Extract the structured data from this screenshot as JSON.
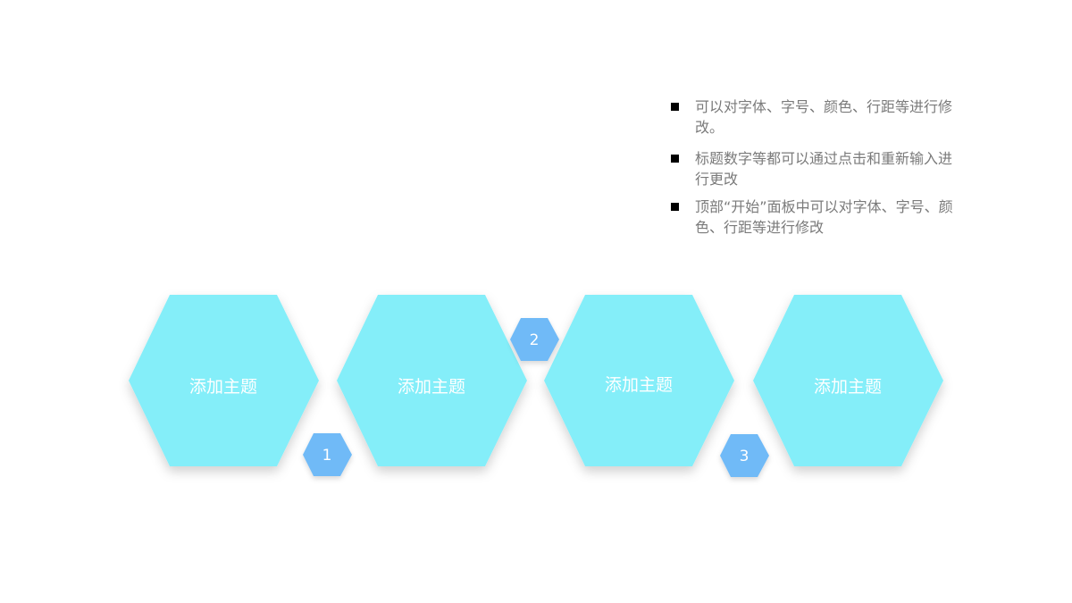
{
  "bullets": [
    "可以对字体、字号、颜色、行距等进行修改。",
    "标题数字等都可以通过点击和重新输入进行更改",
    "顶部“开始”面板中可以对字体、字号、颜色、行距等进行修改"
  ],
  "topics": [
    "添加主题",
    "添加主题",
    "添加主题",
    "添加主题"
  ],
  "numbers": [
    "1",
    "2",
    "3"
  ],
  "colors": {
    "big_hex": "#84eef9",
    "small_hex": "#6fbaf7",
    "text": "#ffffff",
    "bullet_text": "#7a7a7a",
    "bullet_marker": "#000000"
  }
}
